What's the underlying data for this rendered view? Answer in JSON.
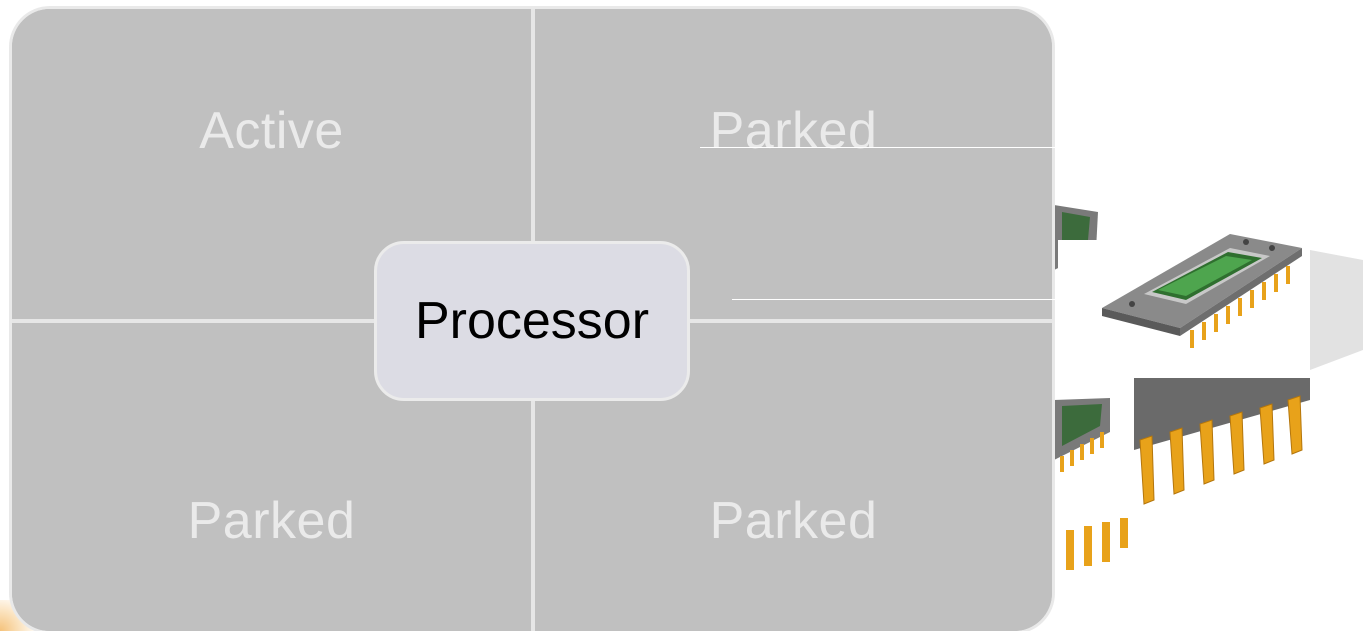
{
  "diagram": {
    "center_label": "Processor",
    "quadrants": [
      {
        "id": "top-left",
        "label": "Active"
      },
      {
        "id": "top-right",
        "label": "Parked"
      },
      {
        "id": "bottom-left",
        "label": "Parked"
      },
      {
        "id": "bottom-right",
        "label": "Parked"
      }
    ]
  },
  "colors": {
    "quadrant_fill": "#c0c0c0",
    "quadrant_text": "#eaeaea",
    "center_fill": "#dcdce4",
    "chip_body": "#6b6b6b",
    "chip_die": "#3f8a3f",
    "chip_pins": "#e8a21a"
  },
  "icons": {
    "decoration": "cpu-chip-icon"
  }
}
